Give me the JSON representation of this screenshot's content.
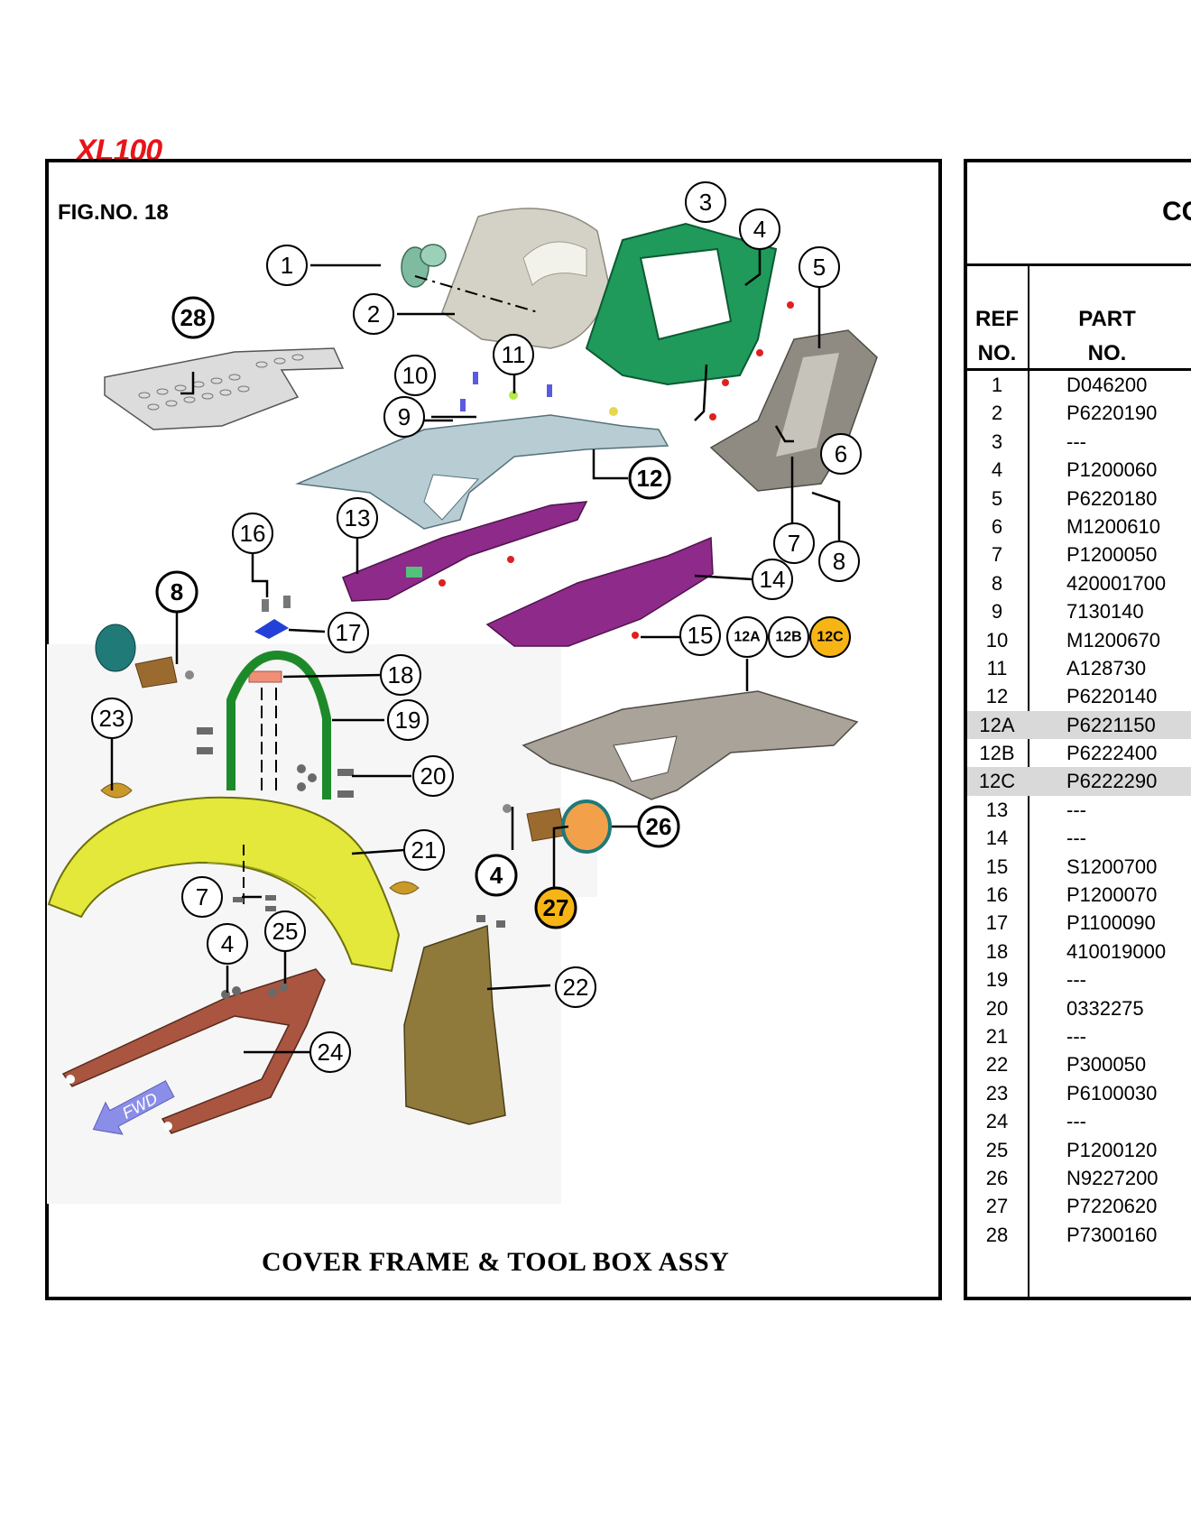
{
  "logo_text": "XL100",
  "figure": {
    "number_label": "FIG.NO. 18",
    "title": "COVER FRAME & TOOL BOX ASSY",
    "fwd_label": "FWD",
    "callouts": [
      "1",
      "2",
      "3",
      "4",
      "5",
      "6",
      "7",
      "8",
      "9",
      "10",
      "11",
      "12",
      "13",
      "14",
      "15",
      "16",
      "17",
      "18",
      "19",
      "20",
      "21",
      "22",
      "23",
      "24",
      "25",
      "26",
      "27",
      "28",
      "12A",
      "12B",
      "12C"
    ]
  },
  "table": {
    "title": "CC",
    "headers": {
      "ref_line1": "REF",
      "ref_line2": "NO.",
      "part_line1": "PART",
      "part_line2": "NO."
    },
    "rows": [
      {
        "ref": "1",
        "part": "D046200",
        "highlight": false
      },
      {
        "ref": "2",
        "part": "P6220190",
        "highlight": false
      },
      {
        "ref": "3",
        "part": "---",
        "highlight": false
      },
      {
        "ref": "4",
        "part": "P1200060",
        "highlight": false
      },
      {
        "ref": "5",
        "part": "P6220180",
        "highlight": false
      },
      {
        "ref": "6",
        "part": "M1200610",
        "highlight": false
      },
      {
        "ref": "7",
        "part": "P1200050",
        "highlight": false
      },
      {
        "ref": "8",
        "part": "420001700",
        "highlight": false
      },
      {
        "ref": "9",
        "part": "7130140",
        "highlight": false
      },
      {
        "ref": "10",
        "part": "M1200670",
        "highlight": false
      },
      {
        "ref": "11",
        "part": "A128730",
        "highlight": false
      },
      {
        "ref": "12",
        "part": "P6220140",
        "highlight": false
      },
      {
        "ref": "12A",
        "part": "P6221150",
        "highlight": true
      },
      {
        "ref": "12B",
        "part": "P6222400",
        "highlight": false
      },
      {
        "ref": "12C",
        "part": "P6222290",
        "highlight": true
      },
      {
        "ref": "13",
        "part": "---",
        "highlight": false
      },
      {
        "ref": "14",
        "part": "---",
        "highlight": false
      },
      {
        "ref": "15",
        "part": "S1200700",
        "highlight": false
      },
      {
        "ref": "16",
        "part": "P1200070",
        "highlight": false
      },
      {
        "ref": "17",
        "part": "P1100090",
        "highlight": false
      },
      {
        "ref": "18",
        "part": "410019000",
        "highlight": false
      },
      {
        "ref": "19",
        "part": "---",
        "highlight": false
      },
      {
        "ref": "20",
        "part": "0332275",
        "highlight": false
      },
      {
        "ref": "21",
        "part": "---",
        "highlight": false
      },
      {
        "ref": "22",
        "part": "P300050",
        "highlight": false
      },
      {
        "ref": "23",
        "part": "P6100030",
        "highlight": false
      },
      {
        "ref": "24",
        "part": "---",
        "highlight": false
      },
      {
        "ref": "25",
        "part": "P1200120",
        "highlight": false
      },
      {
        "ref": "26",
        "part": "N9227200",
        "highlight": false
      },
      {
        "ref": "27",
        "part": "P7220620",
        "highlight": false
      },
      {
        "ref": "28",
        "part": "P7300160",
        "highlight": false
      }
    ]
  },
  "colors": {
    "logo_red": "#e8141a",
    "highlight_yellow": "#f7b515",
    "row_highlight": "#d9d9d9",
    "cover_green": "#1f9a5a",
    "tray_purple": "#8e2a8a",
    "mudguard_yellow": "#e4e83a",
    "stay_brown": "#a9553f",
    "flap_brown": "#8f7a3c",
    "fwd_arrow": "#8a8ee8"
  }
}
